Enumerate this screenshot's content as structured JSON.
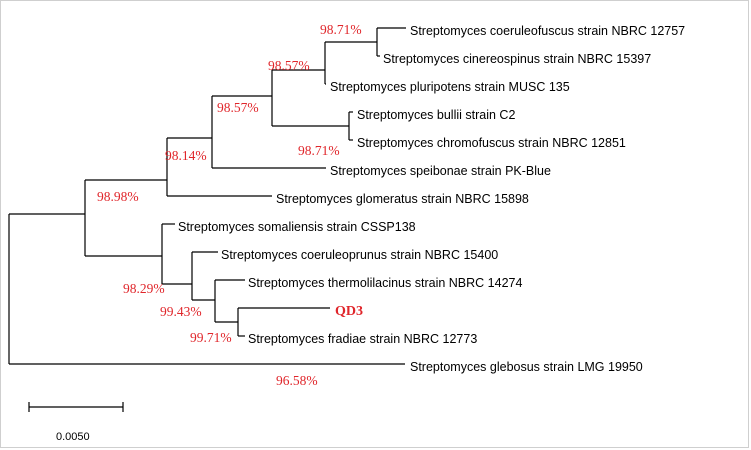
{
  "colors": {
    "branch": "#000000",
    "support": "#e0262b",
    "highlight": "#e0262b",
    "text": "#000000"
  },
  "taxa": [
    {
      "id": "t1",
      "label": "Streptomyces coeruleofuscus strain NBRC 12757"
    },
    {
      "id": "t2",
      "label": "Streptomyces cinereospinus strain NBRC 15397"
    },
    {
      "id": "t3",
      "label": "Streptomyces pluripotens strain MUSC 135"
    },
    {
      "id": "t4",
      "label": "Streptomyces bullii strain C2"
    },
    {
      "id": "t5",
      "label": "Streptomyces chromofuscus strain NBRC 12851"
    },
    {
      "id": "t6",
      "label": "Streptomyces speibonae strain PK-Blue"
    },
    {
      "id": "t7",
      "label": "Streptomyces glomeratus strain NBRC 15898"
    },
    {
      "id": "t8",
      "label": "Streptomyces somaliensis strain CSSP138"
    },
    {
      "id": "t9",
      "label": "Streptomyces coeruleoprunus strain NBRC 15400"
    },
    {
      "id": "t10",
      "label": "Streptomyces thermolilacinus strain NBRC 14274"
    },
    {
      "id": "t11",
      "label": "QD3",
      "highlight": true
    },
    {
      "id": "t12",
      "label": "Streptomyces fradiae strain NBRC 12773"
    },
    {
      "id": "t13",
      "label": "Streptomyces glebosus strain LMG 19950"
    }
  ],
  "support_values": [
    {
      "node": "n12",
      "value": "98.71%"
    },
    {
      "node": "n123",
      "value": "98.57%"
    },
    {
      "node": "n1to5",
      "value": "98.57%"
    },
    {
      "node": "n45",
      "value": "98.71%"
    },
    {
      "node": "n1to6",
      "value": "98.14%"
    },
    {
      "node": "n1to12",
      "value": "98.98%"
    },
    {
      "node": "n9to12",
      "value": "98.29%"
    },
    {
      "node": "n10to12",
      "value": "99.43%"
    },
    {
      "node": "n11to12",
      "value": "99.71%"
    },
    {
      "node": "root",
      "value": "96.58%"
    }
  ],
  "scale_bar": {
    "label": "0.0050"
  }
}
